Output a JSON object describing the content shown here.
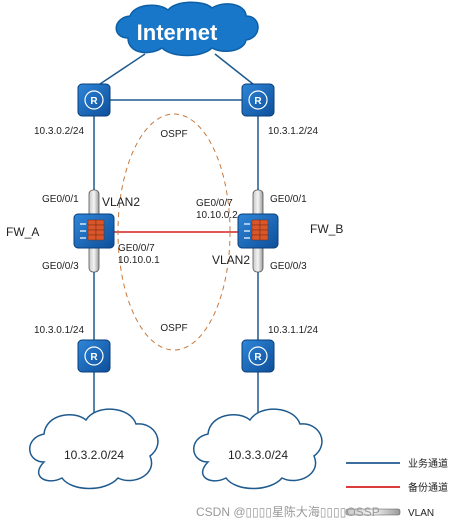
{
  "internet_label": "Internet",
  "routers": {
    "top_left_ip": "10.3.0.2/24",
    "top_right_ip": "10.3.1.2/24",
    "bottom_left_ip": "10.3.0.1/24",
    "bottom_right_ip": "10.3.1.1/24"
  },
  "ospf_top": "OSPF",
  "ospf_bottom": "OSPF",
  "fw_a": {
    "name": "FW_A",
    "port_top": "GE0/0/1",
    "port_bottom": "GE0/0/3",
    "vlan": "VLAN2",
    "port_right": "GE0/0/7",
    "port_right_ip": "10.10.0.1"
  },
  "fw_b": {
    "name": "FW_B",
    "port_top": "GE0/0/1",
    "port_bottom": "GE0/0/3",
    "vlan": "VLAN2",
    "port_left": "GE0/0/7",
    "port_left_ip": "10.10.0.2"
  },
  "subnets": {
    "left": "10.3.2.0/24",
    "right": "10.3.3.0/24"
  },
  "legend": {
    "business_channel": "业务通道",
    "backup_channel": "备份通道",
    "vlan": "VLAN"
  },
  "watermark": "CSDN @▯▯▯▯星陈大海▯▯▯▯OSSP",
  "colors": {
    "business_line": "#1f5a8e",
    "backup_line": "#d62020",
    "device_blue": "#1565c0",
    "ospf_ellipse": "#c8783c"
  }
}
